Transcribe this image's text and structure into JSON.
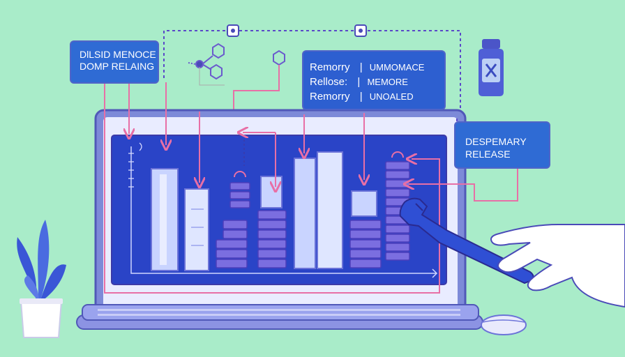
{
  "callouts": {
    "left": {
      "line1": "DlLSID MENOCE",
      "line2": "DOMP RELAING"
    },
    "middle": {
      "rows": [
        [
          "Remorry",
          "|",
          "UMMOMACE"
        ],
        [
          "Rellose:",
          "|",
          "MEMORE"
        ],
        [
          "Remorry",
          "|",
          "UNOALED"
        ]
      ]
    },
    "right": {
      "line1": "DESPEMARY",
      "line2": "RELEASE"
    }
  },
  "colors": {
    "background": "#a9ecc9",
    "screen": "#2a44c7",
    "callout": "#2f6bd4",
    "arrow": "#e86fa6",
    "dotted": "#5a48c8"
  },
  "icons": [
    "molecule-icon",
    "hexagon-icon",
    "bottle-icon",
    "wrench-icon",
    "hand-icon",
    "plant-icon",
    "mouse-icon",
    "keyboard-icon",
    "laptop-icon"
  ]
}
